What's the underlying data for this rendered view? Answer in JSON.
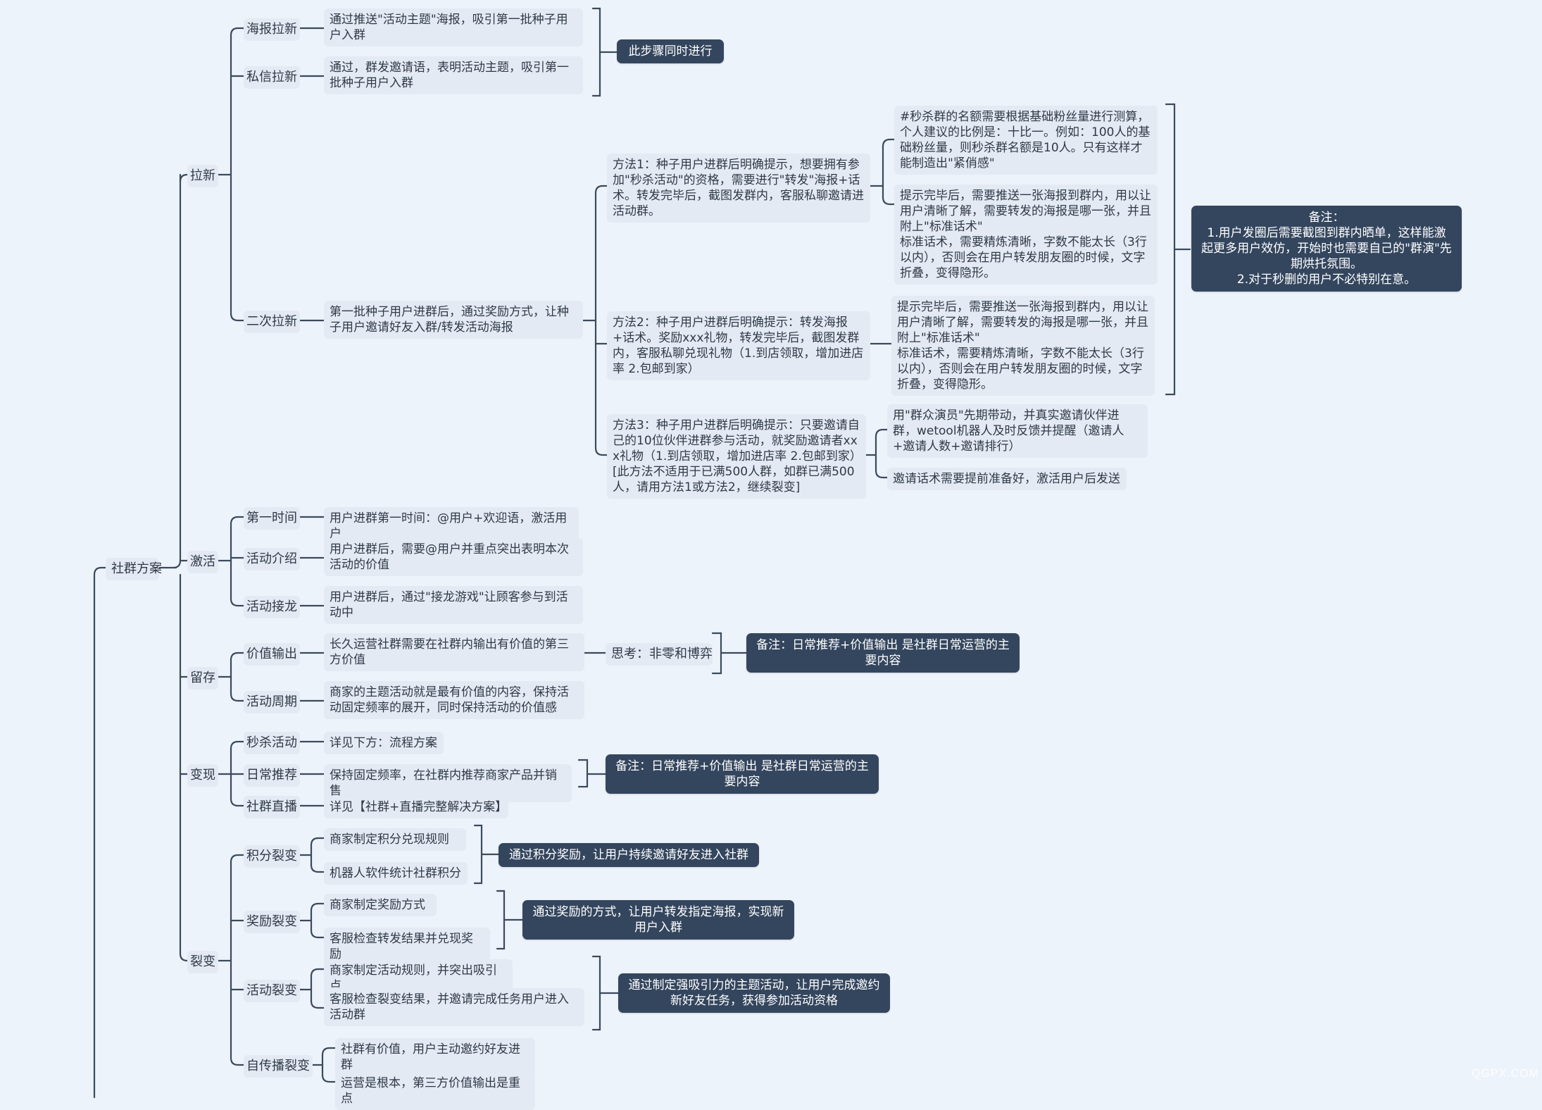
{
  "root": "社群方案",
  "l1": {
    "laxin": "拉新",
    "jihuo": "激活",
    "liucun": "留存",
    "bianxian": "变现",
    "liebian": "裂变"
  },
  "laxin": {
    "haibao": "海报拉新",
    "haibao_desc": "通过推送\"活动主题\"海报，吸引第一批种子用户入群",
    "sixin": "私信拉新",
    "sixin_desc": "通过，群发邀请语，表明活动主题，吸引第一批种子用户入群",
    "sync_note": "此步骤同时进行",
    "erci": "二次拉新",
    "erci_desc": "第一批种子用户进群后，通过奖励方式，让种子用户邀请好友入群/转发活动海报",
    "m1": "方法1：种子用户进群后明确提示，想要拥有参加\"秒杀活动\"的资格，需要进行\"转发\"海报+话术。转发完毕后，截图发群内，客服私聊邀请进活动群。",
    "m1a": "#秒杀群的名额需要根据基础粉丝量进行测算，个人建议的比例是：十比一。例如：100人的基础粉丝量，则秒杀群名额是10人。只有这样才能制造出\"紧俏感\"",
    "m1b": "提示完毕后，需要推送一张海报到群内，用以让用户清晰了解，需要转发的海报是哪一张，并且附上\"标准话术\"\n标准话术，需要精炼清晰，字数不能太长（3行以内），否则会在用户转发朋友圈的时候，文字折叠，变得隐形。",
    "m2": "方法2：种子用户进群后明确提示：转发海报+话术。奖励xxx礼物，转发完毕后，截图发群内，客服私聊兑现礼物（1.到店领取，增加进店率 2.包邮到家）",
    "m2a": "提示完毕后，需要推送一张海报到群内，用以让用户清晰了解，需要转发的海报是哪一张，并且附上\"标准话术\"\n标准话术，需要精炼清晰，字数不能太长（3行以内），否则会在用户转发朋友圈的时候，文字折叠，变得隐形。",
    "m3": "方法3：种子用户进群后明确提示：只要邀请自己的10位伙伴进群参与活动，就奖励邀请者xxx礼物（1.到店领取，增加进店率   2.包邮到家）[此方法不适用于已满500人群，如群已满500人，请用方法1或方法2，继续裂变]",
    "m3a": "用\"群众演员\"先期带动，并真实邀请伙伴进群，wetool机器人及时反馈并提醒（邀请人+邀请人数+邀请排行）",
    "m3b": "邀请话术需要提前准备好，激活用户后发送",
    "note": "备注：\n1.用户发圈后需要截图到群内晒单，这样能激起更多用户效仿，开始时也需要自己的\"群演\"先期烘托氛围。\n2.对于秒删的用户不必特别在意。"
  },
  "jihuo": {
    "first": "第一时间",
    "first_desc": "用户进群第一时间：@用户+欢迎语，激活用户",
    "intro": "活动介绍",
    "intro_desc": "用户进群后，需要@用户并重点突出表明本次活动的价值",
    "jielong": "活动接龙",
    "jielong_desc": "用户进群后，通过\"接龙游戏\"让顾客参与到活动中"
  },
  "liucun": {
    "value": "价值输出",
    "value_desc": "长久运营社群需要在社群内输出有价值的第三方价值",
    "think": "思考：非零和博弈",
    "note": "备注：日常推荐+价值输出  是社群日常运营的主要内容",
    "cycle": "活动周期",
    "cycle_desc": "商家的主题活动就是最有价值的内容，保持活动固定频率的展开，同时保持活动的价值感"
  },
  "bianxian": {
    "miaosha": "秒杀活动",
    "miaosha_desc": "详见下方：流程方案",
    "daily": "日常推荐",
    "daily_desc": "保持固定频率，在社群内推荐商家产品并销售",
    "note": "备注：日常推荐+价值输出  是社群日常运营的主要内容",
    "live": "社群直播",
    "live_desc": "详见【社群+直播完整解决方案】"
  },
  "liebian": {
    "jifen": "积分裂变",
    "jifen_a": "商家制定积分兑现规则",
    "jifen_b": "机器人软件统计社群积分",
    "jifen_note": "通过积分奖励，让用户持续邀请好友进入社群",
    "jiangli": "奖励裂变",
    "jiangli_a": "商家制定奖励方式",
    "jiangli_b": "客服检查转发结果并兑现奖励",
    "jiangli_note": "通过奖励的方式，让用户转发指定海报，实现新用户入群",
    "huodong": "活动裂变",
    "huodong_a": "商家制定活动规则，并突出吸引点",
    "huodong_b": "客服检查裂变结果，并邀请完成任务用户进入活动群",
    "huodong_note": "通过制定强吸引力的主题活动，让用户完成邀约新好友任务，获得参加活动资格",
    "zichuan": "自传播裂变",
    "zichuan_a": "社群有价值，用户主动邀约好友进群",
    "zichuan_b": "运营是根本，第三方价值输出是重点"
  },
  "watermark": "QGPX.COM"
}
